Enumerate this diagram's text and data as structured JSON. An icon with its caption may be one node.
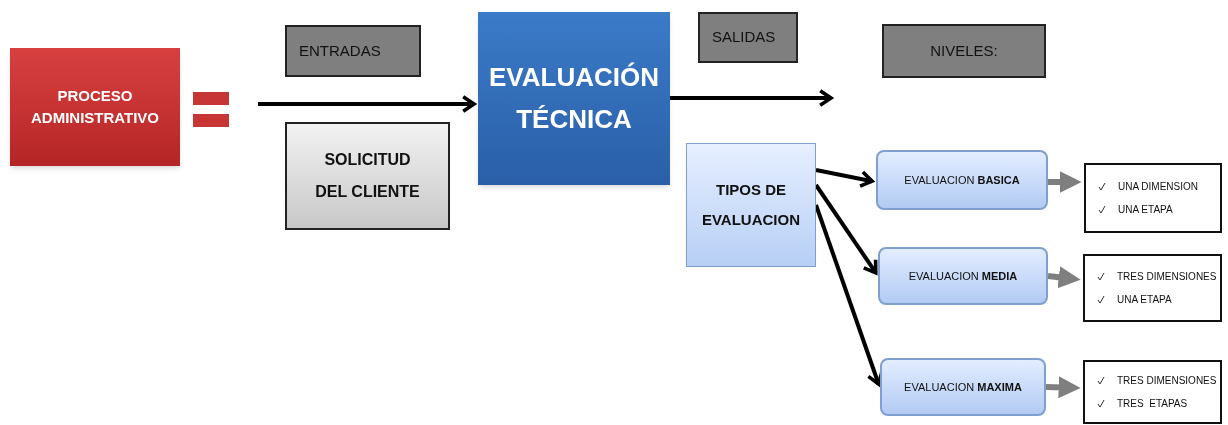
{
  "diagram": {
    "nodes": [
      {
        "text": [
          "PROCESO ADMINISTRATIVO"
        ]
      },
      {
        "text": [
          "ENTRADAS"
        ]
      },
      {
        "text": [
          "SOLICITUD DEL CLIENTE"
        ]
      },
      {
        "text": [
          "EVALUACIÓN TÉCNICA"
        ]
      },
      {
        "text": [
          "SALIDAS"
        ]
      },
      {
        "text": [
          "NIVELES:"
        ]
      },
      {
        "text": [
          "TIPOS DE EVALUACION"
        ]
      },
      {
        "text": [
          "EVALUACION **BASICA**"
        ]
      },
      {
        "text": [
          "UNA DIMENSION",
          "UNA ETAPA"
        ]
      },
      {
        "text": [
          "EVALUACION **MEDIA**"
        ]
      },
      {
        "text": [
          "TRES DIMENSIONES",
          "UNA ETAPA"
        ]
      },
      {
        "text": [
          "EVALUACION **MAXIMA**"
        ]
      },
      {
        "text": [
          "TRES DIMENSIONES",
          "TRES  ETAPAS"
        ]
      }
    ],
    "edges": [
      {
        "from": null,
        "to": 3,
        "arrow": "to"
      },
      {
        "from": 3,
        "to": null,
        "arrow": "to"
      },
      {
        "from": 6,
        "to": 7,
        "arrow": "to"
      },
      {
        "from": 6,
        "to": 9,
        "arrow": "to"
      },
      {
        "from": 6,
        "to": 11,
        "arrow": "to"
      },
      {
        "from": 7,
        "to": 8,
        "arrow": "to",
        "color": "#7f7f7f"
      },
      {
        "from": 9,
        "to": 10,
        "arrow": "to",
        "color": "#7f7f7f"
      },
      {
        "from": 11,
        "to": 12,
        "arrow": "to",
        "color": "#7f7f7f"
      }
    ]
  }
}
